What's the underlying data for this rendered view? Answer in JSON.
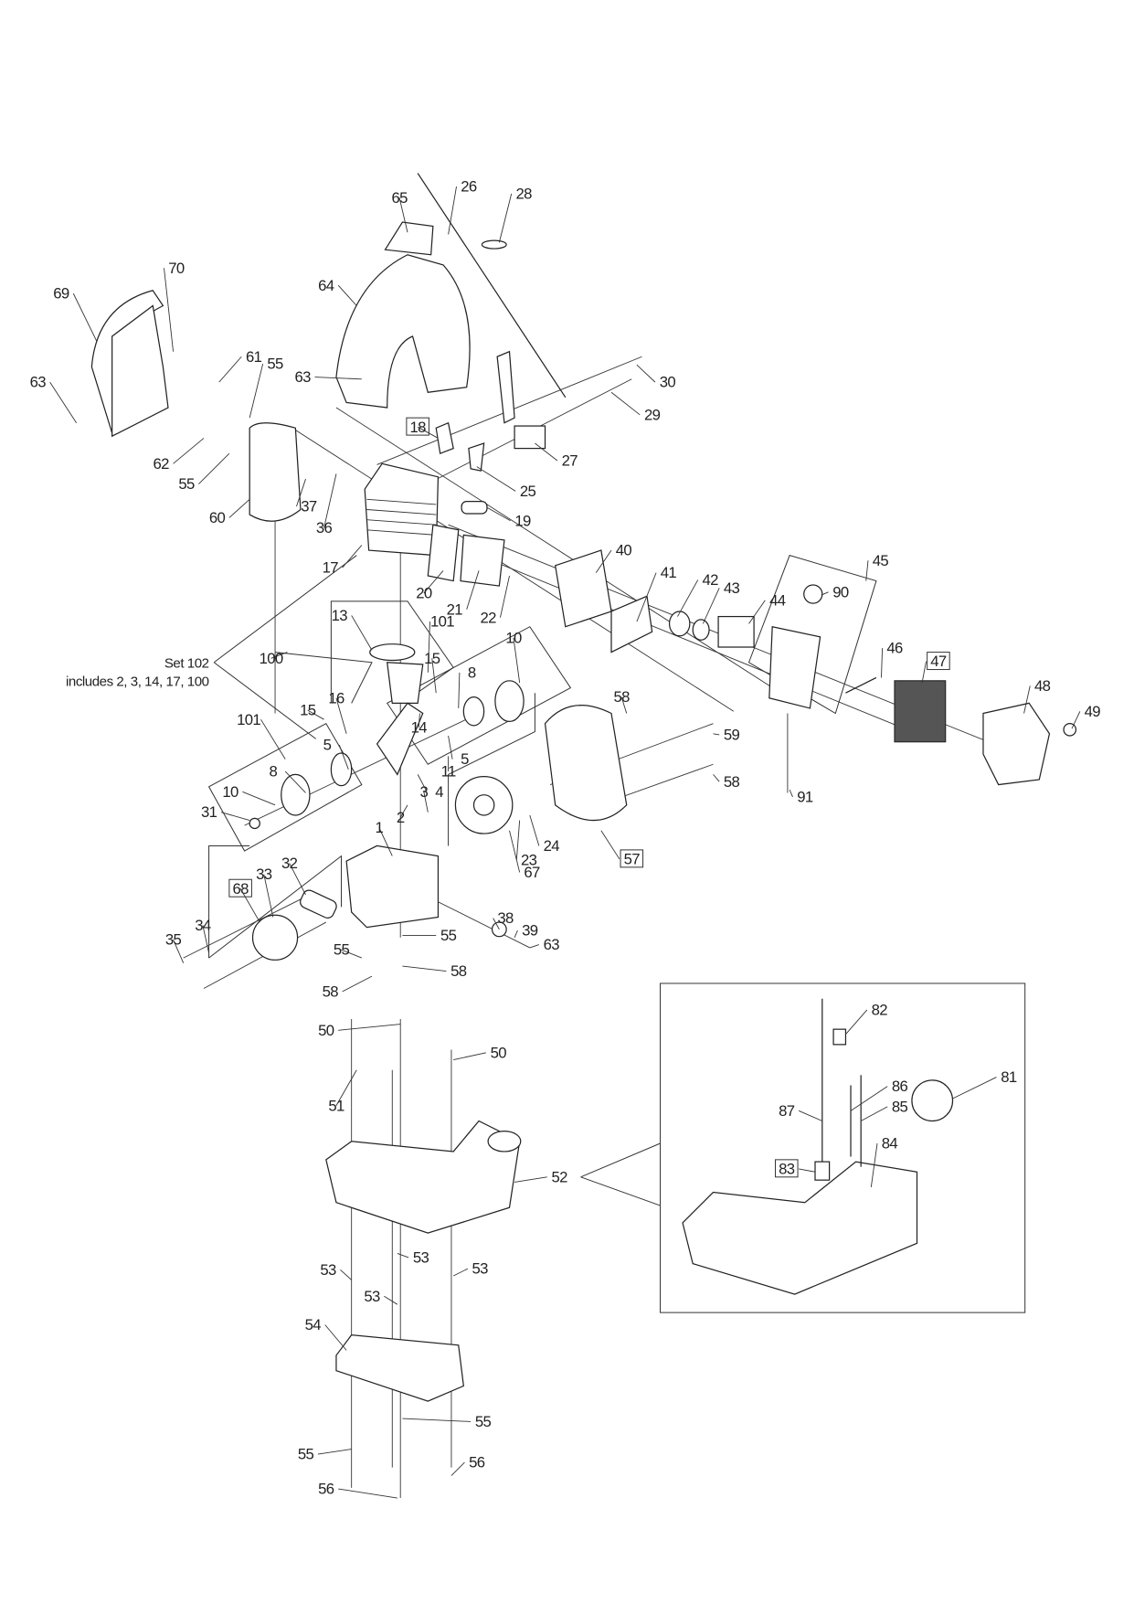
{
  "diagram": {
    "type": "exploded parts diagram",
    "set_note": {
      "title": "Set 102",
      "includes": "includes 2, 3, 14, 17, 100"
    },
    "labels": [
      "26",
      "28",
      "65",
      "70",
      "69",
      "64",
      "61",
      "55",
      "63",
      "63",
      "30",
      "29",
      "18",
      "62",
      "55",
      "27",
      "25",
      "37",
      "36",
      "60",
      "19",
      "17",
      "40",
      "20",
      "21",
      "22",
      "41",
      "42",
      "43",
      "44",
      "45",
      "90",
      "13",
      "101",
      "10",
      "15",
      "100",
      "8",
      "15",
      "16",
      "14",
      "46",
      "47",
      "48",
      "49",
      "58",
      "59",
      "101",
      "5",
      "5",
      "11",
      "4",
      "8",
      "10",
      "3",
      "2",
      "31",
      "1",
      "58",
      "91",
      "24",
      "23",
      "57",
      "67",
      "68",
      "33",
      "32",
      "38",
      "39",
      "63",
      "55",
      "34",
      "35",
      "55",
      "58",
      "58",
      "50",
      "50",
      "82",
      "81",
      "86",
      "85",
      "87",
      "51",
      "84",
      "83",
      "52",
      "53",
      "53",
      "53",
      "53",
      "54",
      "55",
      "55",
      "56",
      "56"
    ],
    "boxed_labels": [
      "18",
      "47",
      "57",
      "68",
      "83"
    ]
  }
}
